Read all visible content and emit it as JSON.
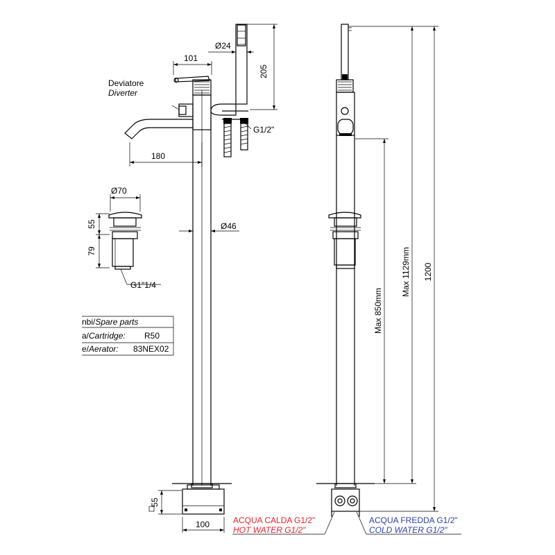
{
  "labels": {
    "deviatore": "Deviatore",
    "diverter": "Diverter",
    "d24": "Ø24",
    "d70": "Ø70",
    "d46": "Ø46",
    "g12": "G1/2\"",
    "g114": "G1\"1/4"
  },
  "dims": {
    "d101": "101",
    "d205": "205",
    "d180": "180",
    "d55top": "55",
    "d79": "79",
    "d55bot": "55",
    "d100": "100",
    "max850": "Max 850mm",
    "max1129": "Max 1129mm",
    "d1200": "1200"
  },
  "spare_parts": {
    "header_prefix": "nbi/",
    "header_italic": "Spare parts",
    "row1_prefix": "a/",
    "row1_italic": "Cartridge:",
    "row1_value": "R50",
    "row2_prefix": "e/",
    "row2_italic": "Aerator:",
    "row2_value": "83NEX02"
  },
  "water": {
    "hot_it": "ACQUA CALDA G1/2\"",
    "hot_en": "HOT WATER G1/2\"",
    "cold_it": "ACQUA FREDDA G1/2\"",
    "cold_en": "COLD WATER G1/2\"",
    "hot_color": "#e8202a",
    "cold_color": "#2b3fa8"
  }
}
